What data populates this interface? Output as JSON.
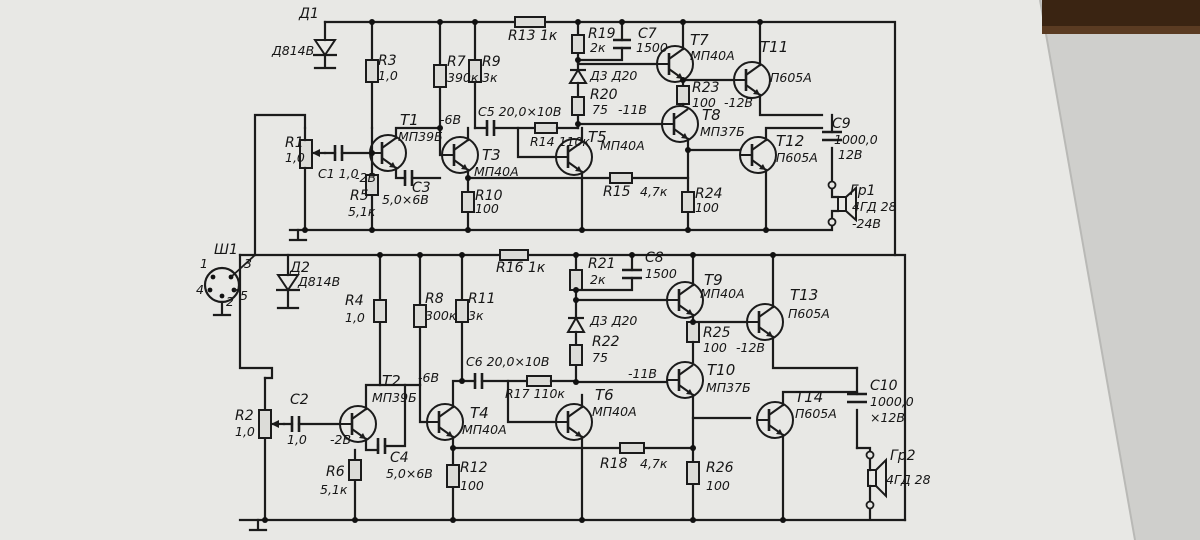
{
  "colors": {
    "paper": "#e9e9e6",
    "paper_shadow": "#c9c9c6",
    "ink": "#1b1b1b",
    "wood": "#3a2412"
  },
  "labels": {
    "D1": "Д1",
    "D1v": "Д814В",
    "R3": "R3",
    "R3v": "1,0",
    "R7": "R7",
    "R7v": "390к",
    "R9": "R9",
    "R9v": "3к",
    "R13": "R13 1к",
    "R19": "R19",
    "R19v": "2к",
    "C7": "C7",
    "C7v": "1500",
    "T7": "T7",
    "T7v": "МП40А",
    "T11": "T11",
    "T11v": "П605А",
    "D3a": "Д3 Д20",
    "R20": "R20",
    "R20v": "75",
    "v11a": "-11В",
    "R23": "R23",
    "R23v": "100",
    "v12a": "-12В",
    "C5": "C5 20,0×10В",
    "T8": "T8",
    "T8v": "МП37Б",
    "C9": "C9",
    "C9v": "1000,0",
    "C9u": "12В",
    "v6a": "-6В",
    "R1": "R1",
    "R1v": "1,0",
    "T1": "T1",
    "T1v": "МП39Б",
    "R14": "R14 110к",
    "T5": "T5",
    "T5v": "МП40А",
    "T12": "T12",
    "T12v": "П605А",
    "C1": "C1 1,0",
    "v2a": "-2В",
    "C3": "C3",
    "C3v": "5,0×6В",
    "T3": "T3",
    "T3v": "МП40А",
    "R15": "R15",
    "R15v": "4,7к",
    "Gr1": "Гр1",
    "Gr1v": "4ГД 28",
    "v24": "-24В",
    "R5": "R5",
    "R5v": "5,1к",
    "R10": "R10",
    "R10v": "100",
    "R24": "R24",
    "R24v": "100",
    "Sh1": "Ш1",
    "pin1": "1",
    "pin2": "2",
    "pin3": "3",
    "pin4": "4",
    "pin5": "5",
    "D2": "Д2",
    "D2v": "Д814В",
    "R16": "R16 1к",
    "R21": "R21",
    "R21v": "2к",
    "C8": "C8",
    "C8v": "1500",
    "T9": "T9",
    "T9v": "МП40А",
    "T13": "T13",
    "T13v": "П605А",
    "R4": "R4",
    "R4v": "1,0",
    "R8": "R8",
    "R8v": "300к",
    "R11": "R11",
    "R11v": "3к",
    "D3b": "Д3 Д20",
    "R22": "R22",
    "R22v": "75",
    "R25": "R25",
    "R25v": "100",
    "v12b": "-12В",
    "v6b": "-6В",
    "C6": "C6 20,0×10В",
    "v11b": "-11В",
    "T10": "T10",
    "T10v": "МП37Б",
    "C10": "C10",
    "C10v": "1000,0",
    "C10u": "×12В",
    "T2": "T2",
    "T2v": "МП39Б",
    "R17": "R17 110к",
    "T6": "T6",
    "T6v": "МП40А",
    "T14": "T14",
    "T14v": "П605А",
    "R2": "R2",
    "R2v": "1,0",
    "C2": "C2",
    "C2v": "1,0",
    "v2b": "-2В",
    "C4": "C4",
    "C4v": "5,0×6В",
    "T4": "T4",
    "T4v": "МП40А",
    "R18": "R18",
    "R18v": "4,7к",
    "Gr2": "Гр2",
    "Gr2v": "4ГД 28",
    "R6": "R6",
    "R6v": "5,1к",
    "R12": "R12",
    "R12v": "100",
    "R26": "R26",
    "R26v": "100"
  }
}
